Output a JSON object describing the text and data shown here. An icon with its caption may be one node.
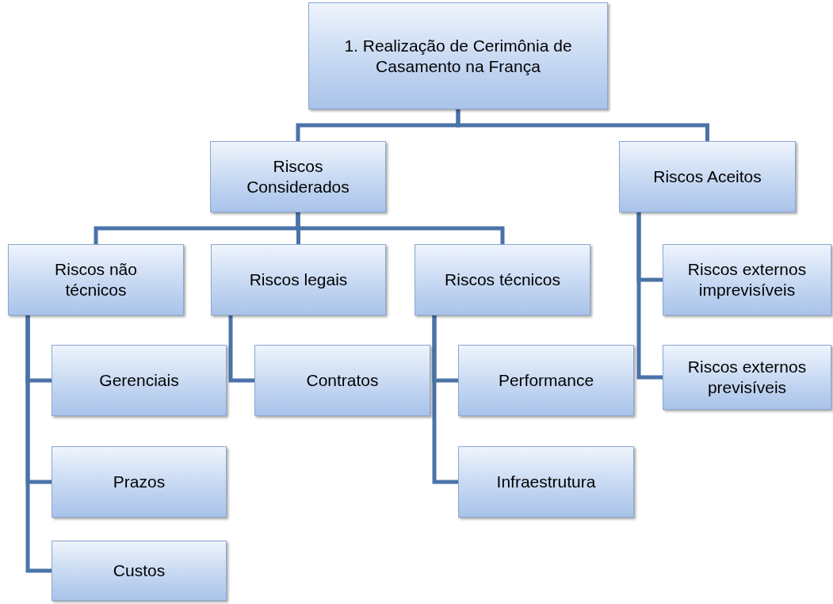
{
  "diagram": {
    "nodes": [
      {
        "text": [
          "1. Realização de Cerimônia de Casamento na França"
        ]
      },
      {
        "text": [
          "Riscos Considerados"
        ]
      },
      {
        "text": [
          "Riscos Aceitos"
        ]
      },
      {
        "text": [
          "Riscos não técnicos"
        ]
      },
      {
        "text": [
          "Riscos legais"
        ]
      },
      {
        "text": [
          "Riscos técnicos"
        ]
      },
      {
        "text": [
          "Gerenciais"
        ]
      },
      {
        "text": [
          "Prazos"
        ]
      },
      {
        "text": [
          "Custos"
        ]
      },
      {
        "text": [
          "Contratos"
        ]
      },
      {
        "text": [
          "Performance"
        ]
      },
      {
        "text": [
          "Infraestrutura"
        ]
      },
      {
        "text": [
          "Riscos externos imprevisíveis"
        ]
      },
      {
        "text": [
          "Riscos externos previsíveis"
        ]
      }
    ],
    "edges": [
      {
        "from": 0,
        "to": 1,
        "arrow": "none"
      },
      {
        "from": 0,
        "to": 2,
        "arrow": "none"
      },
      {
        "from": 1,
        "to": 3,
        "arrow": "none"
      },
      {
        "from": 1,
        "to": 4,
        "arrow": "none"
      },
      {
        "from": 1,
        "to": 5,
        "arrow": "none"
      },
      {
        "from": 3,
        "to": 6,
        "arrow": "none"
      },
      {
        "from": 3,
        "to": 7,
        "arrow": "none"
      },
      {
        "from": 3,
        "to": 8,
        "arrow": "none"
      },
      {
        "from": 4,
        "to": 9,
        "arrow": "none"
      },
      {
        "from": 5,
        "to": 10,
        "arrow": "none"
      },
      {
        "from": 5,
        "to": 11,
        "arrow": "none"
      },
      {
        "from": 2,
        "to": 12,
        "arrow": "none"
      },
      {
        "from": 2,
        "to": 13,
        "arrow": "none"
      }
    ]
  }
}
